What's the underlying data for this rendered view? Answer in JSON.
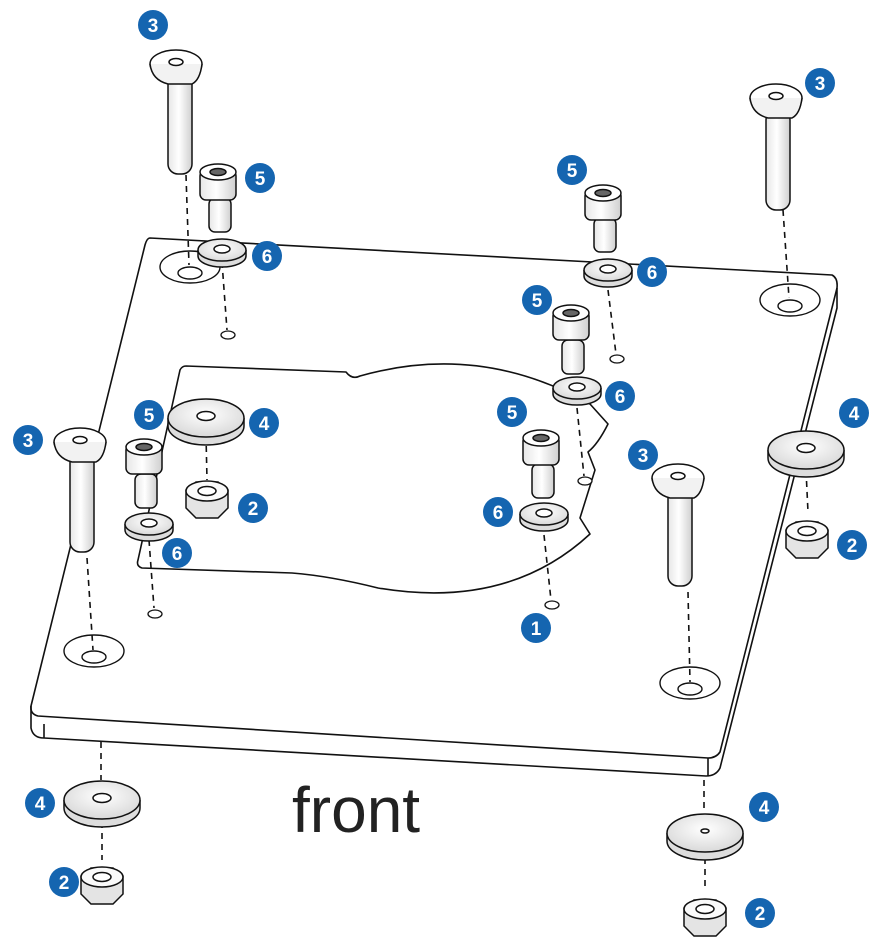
{
  "caption": "front",
  "callouts": [
    {
      "label": "1"
    },
    {
      "label": "2"
    },
    {
      "label": "2"
    },
    {
      "label": "2"
    },
    {
      "label": "2"
    },
    {
      "label": "3"
    },
    {
      "label": "3"
    },
    {
      "label": "3"
    },
    {
      "label": "3"
    },
    {
      "label": "4"
    },
    {
      "label": "4"
    },
    {
      "label": "4"
    },
    {
      "label": "4"
    },
    {
      "label": "5"
    },
    {
      "label": "5"
    },
    {
      "label": "5"
    },
    {
      "label": "5"
    },
    {
      "label": "5"
    },
    {
      "label": "6"
    },
    {
      "label": "6"
    },
    {
      "label": "6"
    },
    {
      "label": "6"
    },
    {
      "label": "6"
    }
  ],
  "colors": {
    "callout_fill": "#1565b0",
    "callout_text": "#ffffff",
    "line": "#111111",
    "part_fill": "#f4f4f4"
  }
}
